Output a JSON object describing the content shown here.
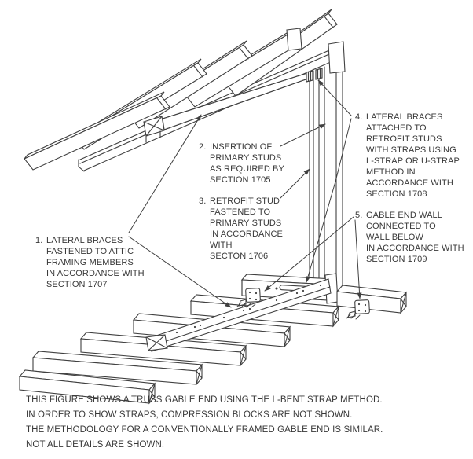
{
  "figure": {
    "title": "Truss gable end retrofit diagram",
    "notes": [
      {
        "id": "1.",
        "text": "LATERAL BRACES\nFASTENED TO ATTIC\nFRAMING MEMBERS\nIN ACCORDANCE WITH\nSECTION 1707"
      },
      {
        "id": "2.",
        "text": "INSERTION OF\nPRIMARY STUDS\nAS REQUIRED BY\nSECTION 1705"
      },
      {
        "id": "3.",
        "text": "RETROFIT STUD\nFASTENED TO\nPRIMARY STUDS\nIN ACCORDANCE\nWITH\nSECTON 1706"
      },
      {
        "id": "4.",
        "text": "LATERAL BRACES\nATTACHED TO\nRETROFIT STUDS\nWITH STRAPS USING\nL-STRAP OR U-STRAP\nMETHOD IN\nACCORDANCE WITH\nSECTION 1708"
      },
      {
        "id": "5.",
        "text": "GABLE END WALL\nCONNECTED TO\nWALL BELOW\nIN ACCORDANCE WITH\nSECTION 1709"
      }
    ],
    "caption": [
      "THIS FIGURE SHOWS A TRUSS GABLE END USING THE L-BENT STRAP METHOD.",
      "IN ORDER TO SHOW STRAPS, COMPRESSION BLOCKS ARE NOT SHOWN.",
      "THE METHODOLOGY FOR A CONVENTIONALLY FRAMED GABLE END IS SIMILAR.",
      "NOT ALL DETAILS ARE SHOWN."
    ],
    "colors": {
      "line": "#404040",
      "text": "#383838",
      "background": "#ffffff"
    }
  }
}
